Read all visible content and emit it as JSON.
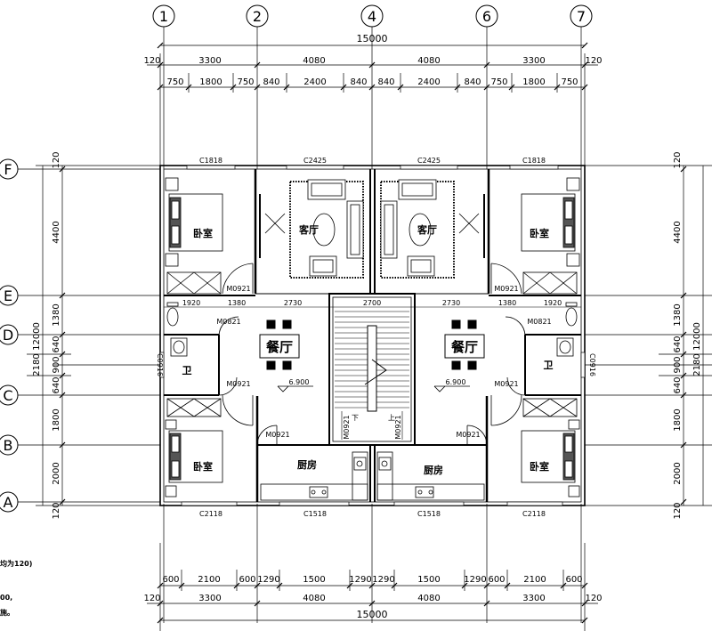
{
  "axes": {
    "columns": [
      "1",
      "2",
      "4",
      "6",
      "7"
    ],
    "rows": [
      "F",
      "E",
      "D",
      "C",
      "B",
      "A"
    ]
  },
  "dimensions": {
    "top_total": "15000",
    "top_bays": [
      "120",
      "3300",
      "4080",
      "4080",
      "3300",
      "120"
    ],
    "top_openings": [
      "750",
      "1800",
      "750",
      "840",
      "2400",
      "840",
      "840",
      "2400",
      "840",
      "750",
      "1800",
      "750"
    ],
    "bottom_openings": [
      "600",
      "2100",
      "600",
      "1290",
      "1500",
      "1290",
      "1290",
      "1500",
      "1290",
      "600",
      "2100",
      "600"
    ],
    "bottom_bays": [
      "120",
      "3300",
      "4080",
      "4080",
      "3300",
      "120"
    ],
    "bottom_total": "15000",
    "left_rows": [
      "120",
      "4400",
      "1380",
      "640",
      "900",
      "640",
      "1800",
      "2000",
      "120"
    ],
    "left_total": "12000",
    "left_sub": "2180",
    "right_rows": [
      "120",
      "4400",
      "1380",
      "640",
      "900",
      "640",
      "1800",
      "2000",
      "120"
    ],
    "right_total": "12000",
    "right_sub": "2180",
    "inner_e": [
      "1920",
      "1380",
      "2730",
      "2700",
      "2730",
      "1380",
      "1920"
    ]
  },
  "windows": {
    "top": [
      "C1818",
      "C2425",
      "C2425",
      "C1818"
    ],
    "bottom": [
      "C2118",
      "C1518",
      "C1518",
      "C2118"
    ],
    "side": [
      "C0916",
      "C0916"
    ]
  },
  "doors": {
    "m0921": "M0921",
    "m0821": "M0821"
  },
  "rooms": {
    "bedroom": "卧室",
    "living": "客厅",
    "dining": "餐厅",
    "bath": "卫",
    "kitchen": "厨房"
  },
  "levels": [
    "6.900",
    "6.900"
  ],
  "stair_marks": [
    "下",
    "上"
  ],
  "notes": [
    "均为120)",
    "00,",
    "施。"
  ]
}
